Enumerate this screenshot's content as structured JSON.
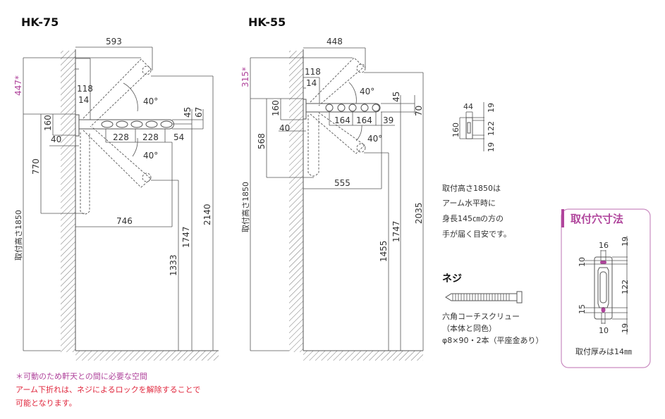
{
  "colors": {
    "accent_magenta": "#b0459c",
    "warning_red": "#e0263c",
    "line": "#555555"
  },
  "hk75": {
    "title": "HK-75",
    "clearance": "447*",
    "install_height": "取付高さ1850",
    "dims": {
      "reach_up": "593",
      "bracket_depth": "118",
      "plate": "14",
      "bracket_h": "160",
      "offset": "40",
      "fold_down": "770",
      "pitch1": "228",
      "pitch2": "228",
      "end": "54",
      "arm_h": "45",
      "arm_total": "67",
      "angle_up": "40°",
      "angle_down": "40°",
      "reach_down": "746",
      "low": "1333",
      "level": "1747",
      "high": "2140"
    }
  },
  "hk55": {
    "title": "HK-55",
    "clearance": "315*",
    "install_height": "取付高さ1850",
    "dims": {
      "reach_up": "448",
      "bracket_depth": "118",
      "plate": "14",
      "bracket_h": "160",
      "offset": "40",
      "fold_down": "568",
      "pitch1": "164",
      "pitch2": "164",
      "end": "39",
      "arm_h": "45",
      "arm_total": "70",
      "angle_up": "40°",
      "angle_down": "40°",
      "reach_down": "555",
      "low": "1455",
      "level": "1747",
      "high": "2035"
    }
  },
  "bracket_small": {
    "width": "44",
    "height": "160",
    "top": "19",
    "mid": "122",
    "bottom": "19"
  },
  "note_height": [
    "取付高さ1850は",
    "アーム水平時に",
    "身長145㎝の方の",
    "手が届く目安です。"
  ],
  "screw": {
    "title": "ネジ",
    "lines": [
      "六角コーチスクリュー",
      "（本体と同色）",
      "φ8×90・2本（平座金あり）"
    ]
  },
  "mount_holes": {
    "title": "取付穴寸法",
    "width": "16",
    "top_hole": "10",
    "bottom_hole": "15",
    "bottom_width": "10",
    "top": "19",
    "mid": "122",
    "bottom": "19",
    "thickness": "取付厚みは14㎜"
  },
  "footnotes": {
    "asterisk": "＊可動のため軒天との間に必要な空間",
    "line1": "アーム下折れは、ネジによるロックを解除することで",
    "line2": "可能となります。"
  }
}
